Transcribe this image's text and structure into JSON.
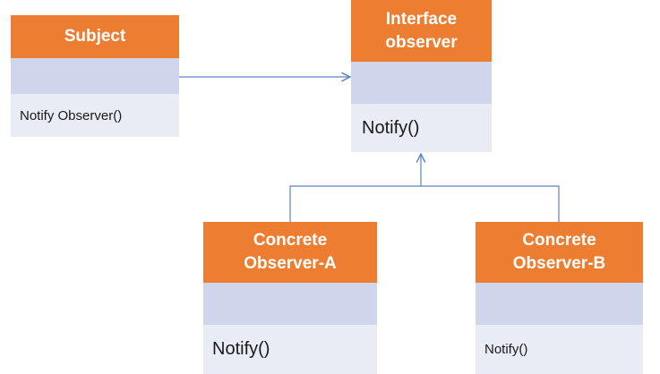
{
  "colors": {
    "header": "#ed7d31",
    "attributes": "#cfd5ea",
    "operations": "#e9ebf5",
    "connector": "#5b83c7"
  },
  "classes": {
    "subject": {
      "title": "Subject",
      "operation": "Notify Observer()"
    },
    "interface": {
      "title_line1": "Interface",
      "title_line2": "observer",
      "operation": "Notify()"
    },
    "concrete_a": {
      "title_line1": "Concrete",
      "title_line2": "Observer-A",
      "operation": "Notify()"
    },
    "concrete_b": {
      "title_line1": "Concrete",
      "title_line2": "Observer-B",
      "operation": "Notify()"
    }
  }
}
